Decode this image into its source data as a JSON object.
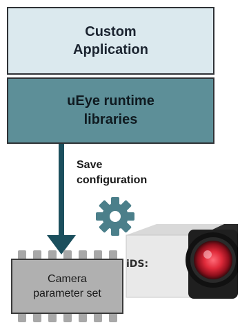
{
  "diagram": {
    "app_box": {
      "line1": "Custom",
      "line2": "Application"
    },
    "lib_box": {
      "line1": "uEye runtime",
      "line2": "libraries"
    },
    "arrow_label": {
      "line1": "Save",
      "line2": "configuration"
    },
    "chip": {
      "line1": "Camera",
      "line2": "parameter set"
    },
    "camera": {
      "brand": "iDS:"
    },
    "colors": {
      "app_fill": "#dbe9ee",
      "lib_fill": "#5d8f98",
      "arrow": "#1b4f5d",
      "gear": "#4b7f8a",
      "chip_fill": "#b0b0b0",
      "lens": "#e02a3a"
    },
    "icons": [
      "gear-icon",
      "camera-icon",
      "chip-icon"
    ]
  }
}
